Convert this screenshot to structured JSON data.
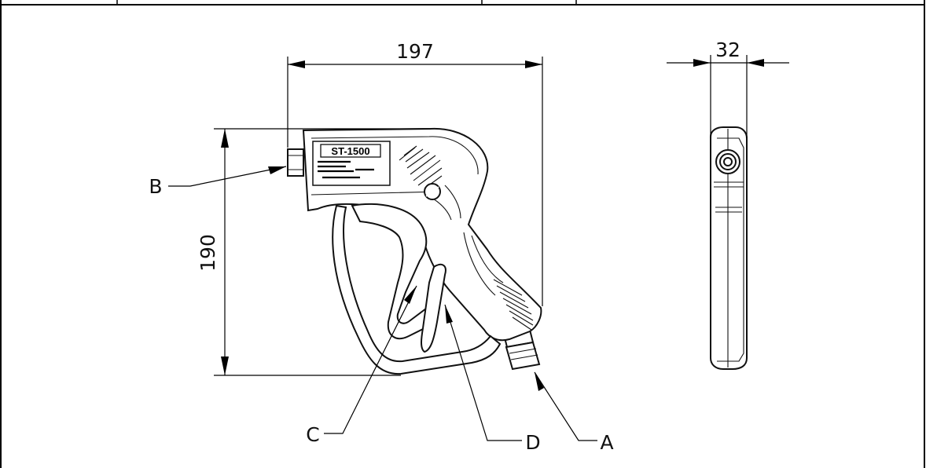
{
  "dimensions": {
    "length": "197",
    "width": "32",
    "height": "190"
  },
  "callouts": {
    "a": "A",
    "b": "B",
    "c": "C",
    "d": "D"
  },
  "label_plate": {
    "model": "ST-1500"
  }
}
